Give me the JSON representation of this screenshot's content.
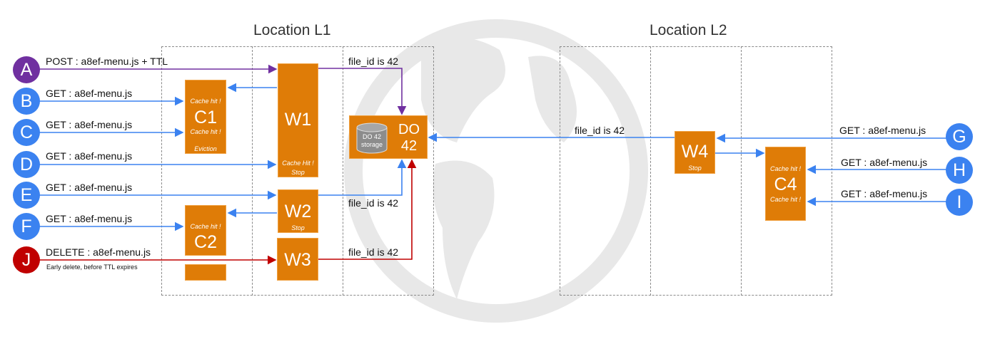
{
  "titles": {
    "l1": "Location L1",
    "l2": "Location L2"
  },
  "colors": {
    "orange": "#df7c07",
    "blue": "#3b82f0",
    "purple": "#7030a0",
    "red": "#c00000"
  },
  "clients": {
    "A": "A",
    "B": "B",
    "C": "C",
    "D": "D",
    "E": "E",
    "F": "F",
    "J": "J",
    "G": "G",
    "H": "H",
    "I": "I"
  },
  "requests": {
    "A": "POST : a8ef-menu.js + TTL",
    "B": "GET : a8ef-menu.js",
    "C": "GET : a8ef-menu.js",
    "D": "GET : a8ef-menu.js",
    "E": "GET : a8ef-menu.js",
    "F": "GET : a8ef-menu.js",
    "J": "DELETE : a8ef-menu.js",
    "J_note": "Early delete, before TTL expires",
    "G": "GET : a8ef-menu.js",
    "H": "GET : a8ef-menu.js",
    "I": "GET : a8ef-menu.js"
  },
  "file_id_labels": [
    "file_id is 42",
    "file_id is 42",
    "file_id is 42",
    "file_id is 42"
  ],
  "nodes": {
    "C1": {
      "name": "C1",
      "hit1": "Cache hit !",
      "hit2": "Cache hit !",
      "note": "Eviction"
    },
    "C2": {
      "name": "C2",
      "hit1": "Cache hit !"
    },
    "W1": {
      "name": "W1",
      "note1": "Cache Hit !",
      "note2": "Stop"
    },
    "W2": {
      "name": "W2",
      "note": "Stop"
    },
    "W3": {
      "name": "W3"
    },
    "DO": {
      "name1": "DO",
      "name2": "42",
      "storage1": "DO 42",
      "storage2": "storage"
    },
    "W4": {
      "name": "W4",
      "note": "Stop"
    },
    "C4": {
      "name": "C4",
      "hit1": "Cache hit !",
      "hit2": "Cache hit !"
    }
  }
}
